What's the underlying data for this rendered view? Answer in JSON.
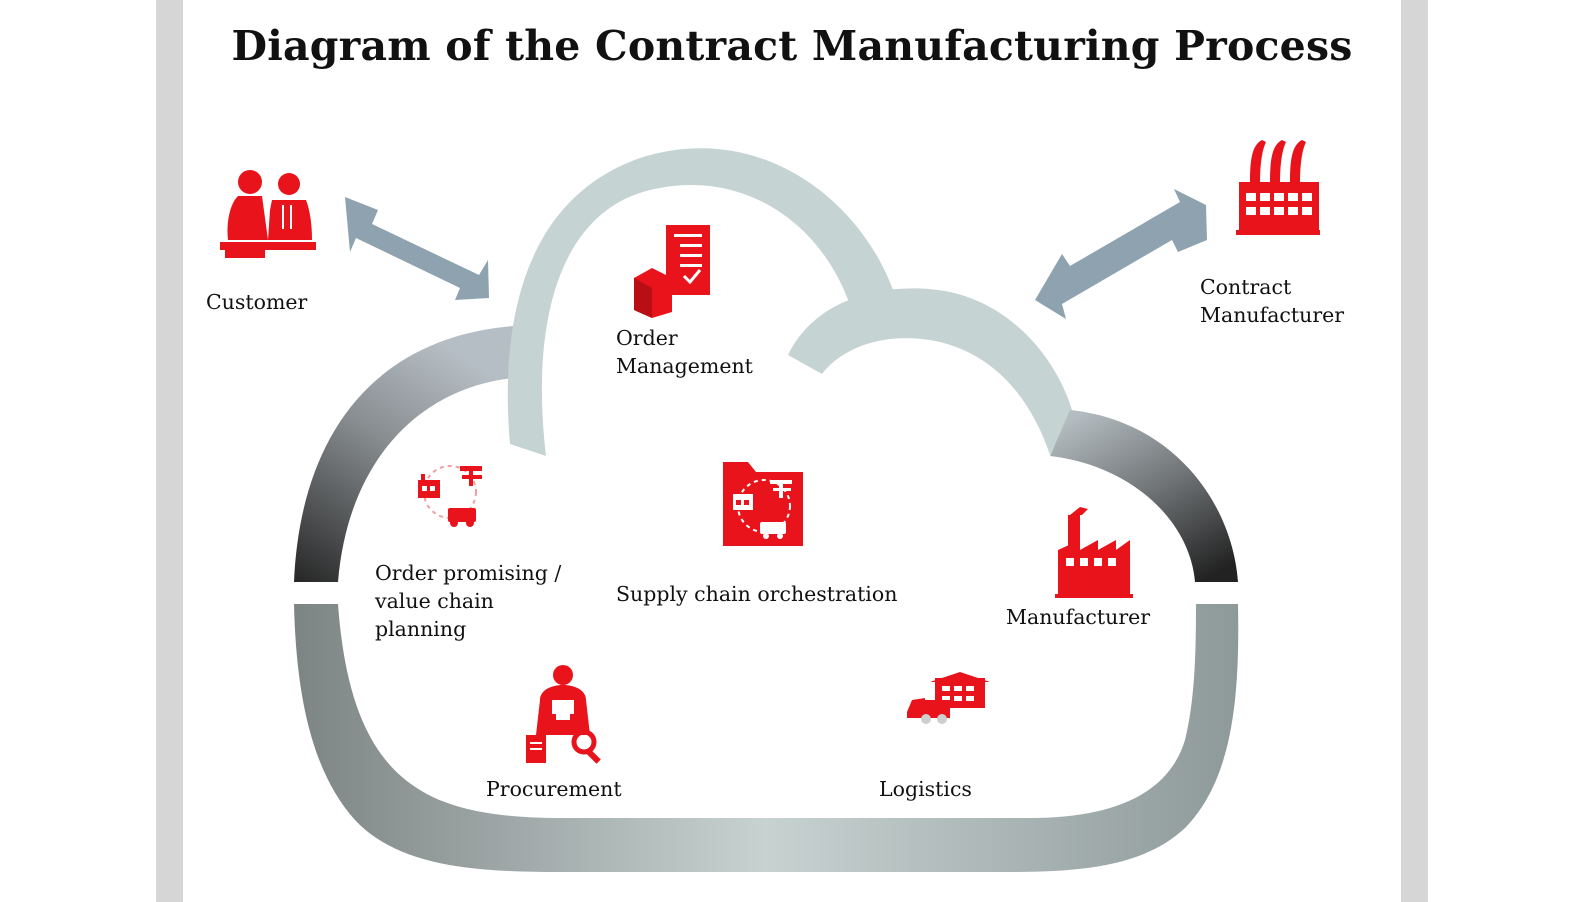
{
  "title": "Diagram of the Contract Manufacturing Process",
  "colors": {
    "accent": "#e8131b",
    "cloud_light": "#c5d3d3",
    "cloud_dark": "#2b2b2b",
    "cloud_bottom": "#8f9a99",
    "arrow": "#8ea2b0",
    "frame": "#d6d6d6"
  },
  "nodes": {
    "customer": {
      "label": "Customer",
      "icon": "customer-meeting-icon"
    },
    "contract_manufacturer": {
      "label_lines": [
        "Contract",
        "Manufacturer"
      ],
      "icon": "factory-chimneys-icon"
    },
    "order_management": {
      "label_lines": [
        "Order",
        "Management"
      ],
      "icon": "order-document-icon"
    },
    "order_promising": {
      "label_lines": [
        "Order promising /",
        "value chain",
        "planning"
      ],
      "icon": "planning-network-icon"
    },
    "supply_chain": {
      "label": "Supply chain orchestration",
      "icon": "orchestration-folder-icon"
    },
    "manufacturer": {
      "label": "Manufacturer",
      "icon": "factory-icon"
    },
    "procurement": {
      "label": "Procurement",
      "icon": "procurement-search-icon"
    },
    "logistics": {
      "label": "Logistics",
      "icon": "truck-warehouse-icon"
    }
  },
  "edges": [
    {
      "from": "customer",
      "to": "cloud",
      "direction": "both"
    },
    {
      "from": "contract_manufacturer",
      "to": "cloud",
      "direction": "both"
    }
  ]
}
